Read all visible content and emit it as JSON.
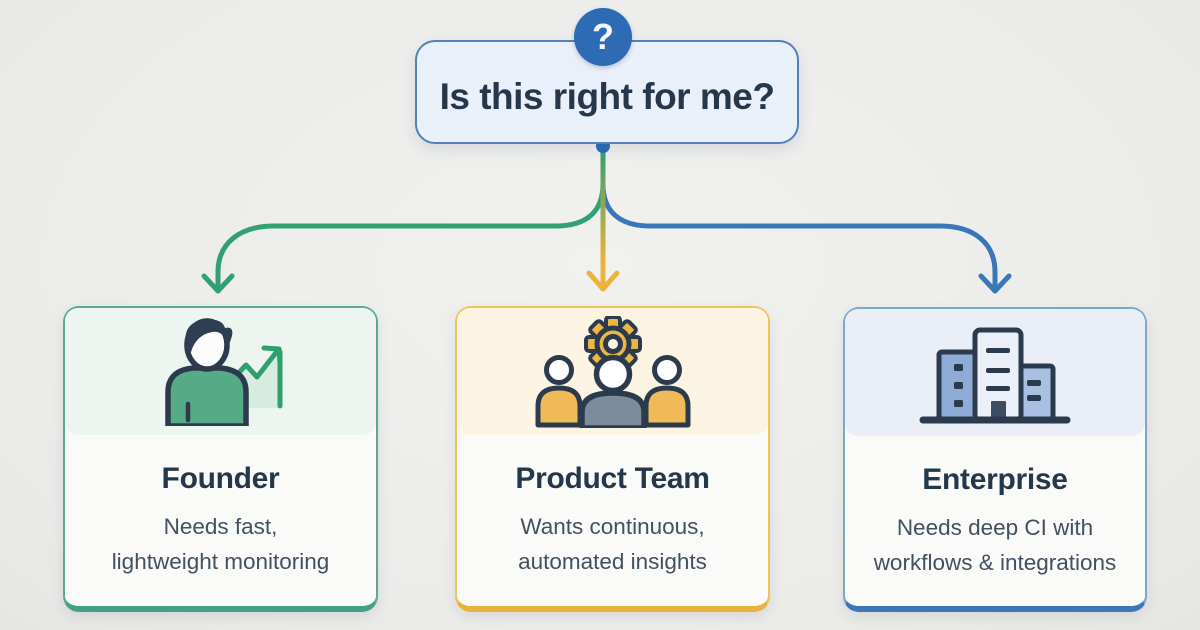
{
  "root_question": {
    "icon_glyph": "?",
    "label": "Is this right for me?"
  },
  "branches": [
    {
      "title": "Founder",
      "description_line1": "Needs fast,",
      "description_line2": "lightweight monitoring",
      "icon": "founder-growth-icon",
      "accent_color": "#2fa06d"
    },
    {
      "title": "Product Team",
      "description_line1": "Wants continuous,",
      "description_line2": "automated insights",
      "icon": "team-gear-icon",
      "accent_color": "#eeb23b"
    },
    {
      "title": "Enterprise",
      "description_line1": "Needs deep CI with",
      "description_line2": "workflows & integrations",
      "icon": "enterprise-buildings-icon",
      "accent_color": "#3a76ba"
    }
  ],
  "colors": {
    "root_box_fill": "#e9f0f9",
    "root_box_border": "#5580b8",
    "question_badge": "#2d6bb4",
    "founder_accent": "#2fa06d",
    "product_accent": "#eeb23b",
    "enterprise_accent": "#3a76ba"
  }
}
